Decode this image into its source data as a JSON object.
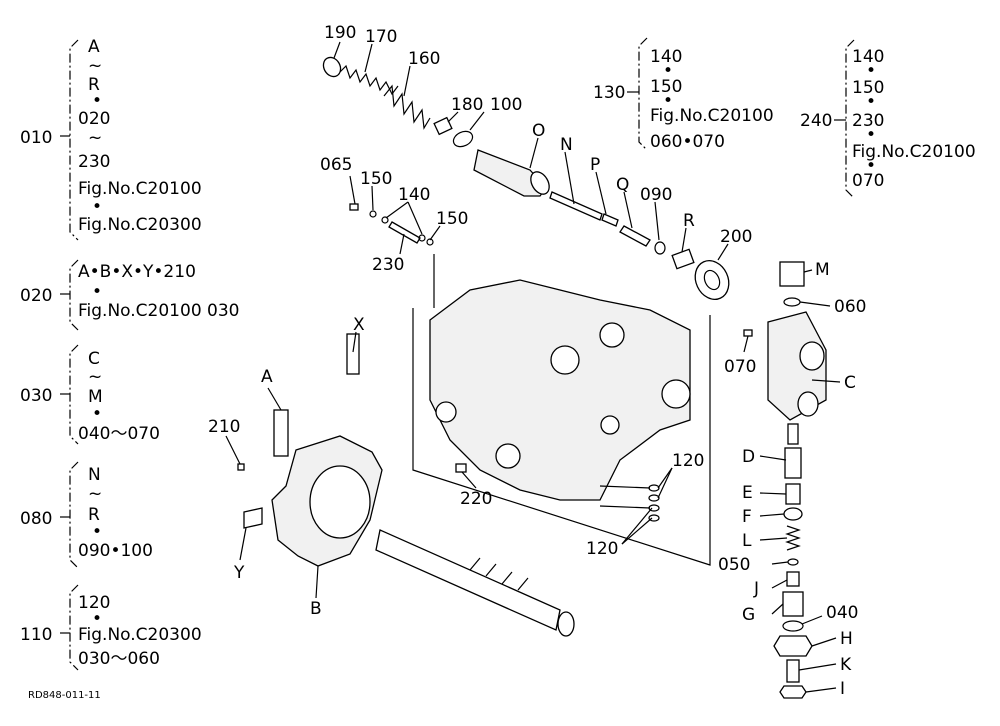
{
  "drawing_code": "RD848-011-11",
  "legend": {
    "b010": {
      "code": "010",
      "lines": [
        "A",
        "~",
        "R",
        "•",
        "020",
        "~",
        "230",
        "Fig.No.C20100",
        "•",
        "Fig.No.C20300"
      ]
    },
    "b020": {
      "code": "020",
      "lines": [
        "A•B•X•Y•210",
        "•",
        "Fig.No.C20100  030"
      ]
    },
    "b030": {
      "code": "030",
      "lines": [
        "C",
        "~",
        "M",
        "•",
        "040～070"
      ]
    },
    "b080": {
      "code": "080",
      "lines": [
        "N",
        "~",
        "R",
        "•",
        "090•100"
      ]
    },
    "b110": {
      "code": "110",
      "lines": [
        "120",
        "•",
        "Fig.No.C20300",
        "030～060"
      ]
    },
    "b130": {
      "code": "130",
      "lines": [
        "140",
        "•",
        "150",
        "•",
        "Fig.No.C20100",
        "060•070"
      ]
    },
    "b240": {
      "code": "240",
      "lines": [
        "140",
        "•",
        "150",
        "•",
        "230",
        "•",
        "Fig.No.C20100",
        "•",
        "070"
      ]
    }
  },
  "callouts": {
    "c190": "190",
    "c170": "170",
    "c160": "160",
    "c180": "180",
    "c100": "100",
    "cO": "O",
    "cN": "N",
    "cP": "P",
    "cQ": "Q",
    "c090": "090",
    "cR": "R",
    "c200": "200",
    "c065": "065",
    "c150a": "150",
    "c140": "140",
    "c150b": "150",
    "c230": "230",
    "cM": "M",
    "c060": "060",
    "c070": "070",
    "cC": "C",
    "cX": "X",
    "cA": "A",
    "c210": "210",
    "c220": "220",
    "c120a": "120",
    "c120b": "120",
    "cD": "D",
    "cE": "E",
    "cF": "F",
    "cL": "L",
    "c050": "050",
    "cJ": "J",
    "cG": "G",
    "c040": "040",
    "cH": "H",
    "cK": "K",
    "cI": "I",
    "cY": "Y",
    "cB": "B"
  }
}
